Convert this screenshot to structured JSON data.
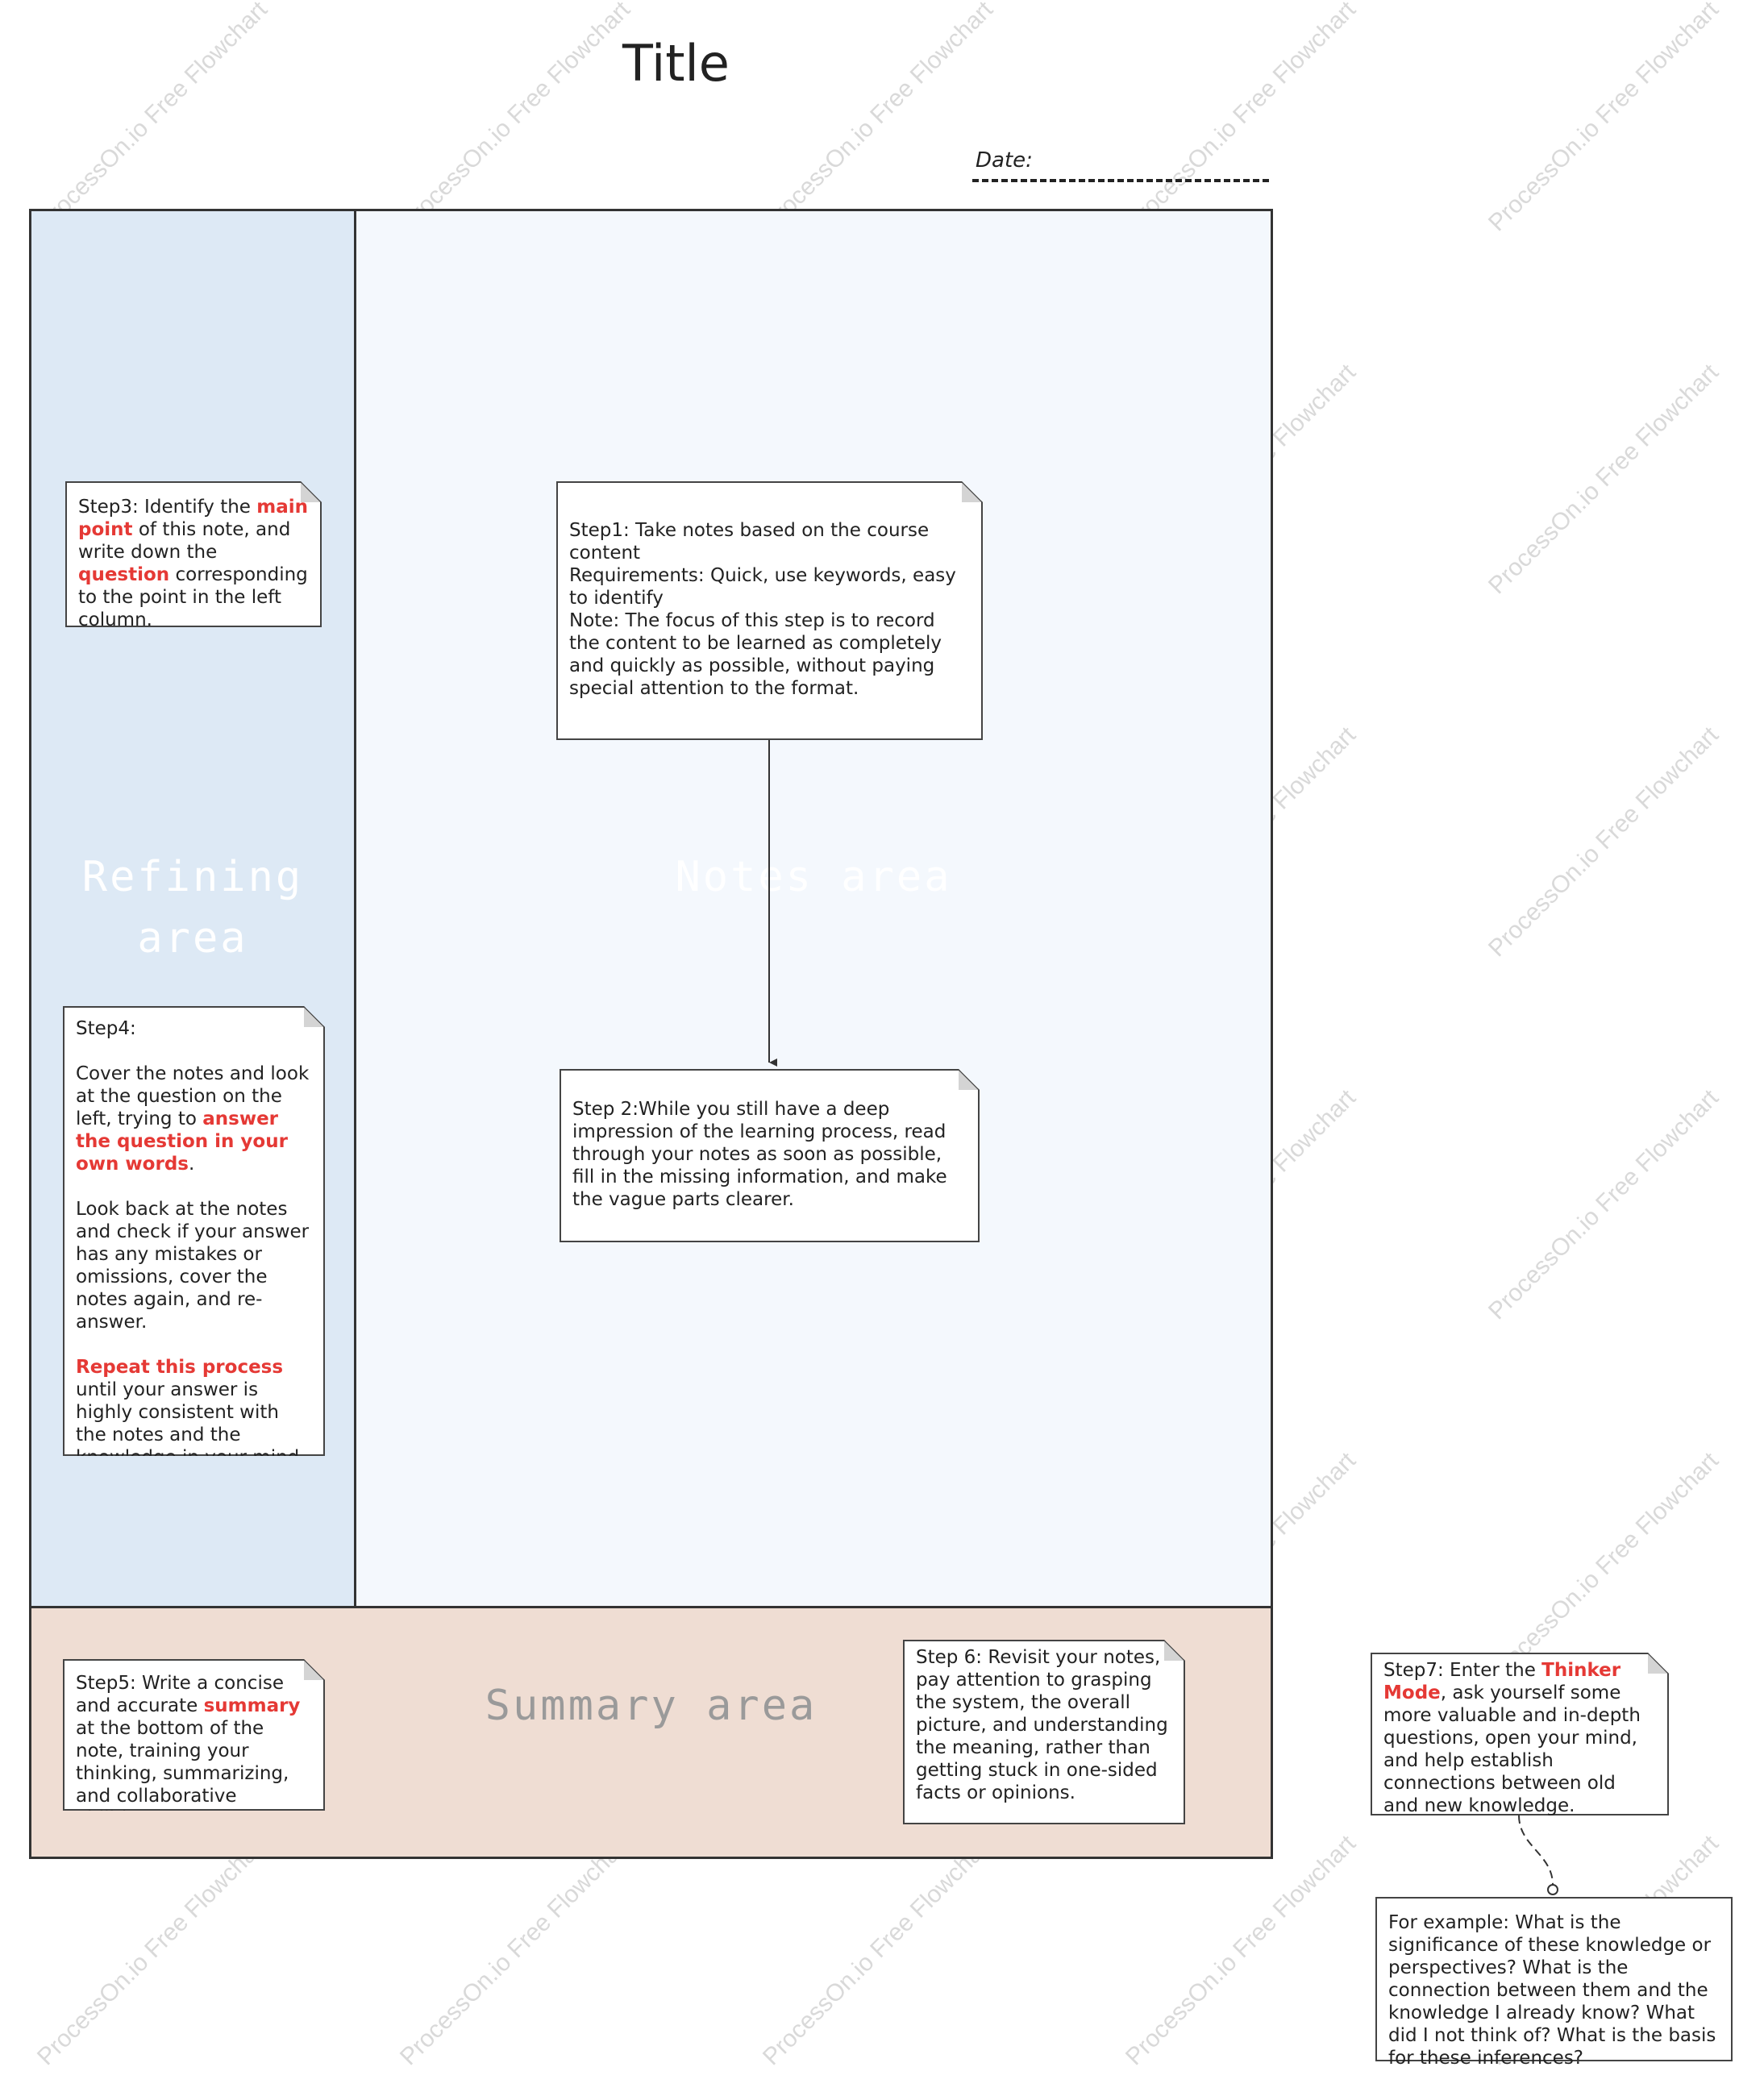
{
  "header": {
    "title": "Title",
    "date_label": "Date:"
  },
  "watermark": "ProcessOn.io Free Flowchart",
  "areas": {
    "refining": "Refining area",
    "notes": "Notes area",
    "summary": "Summary area"
  },
  "steps": {
    "step1": {
      "line1": "Step1: Take notes based on the course content",
      "line2": "Requirements: Quick, use keywords, easy to identify",
      "line3": "Note: The focus of this step is to record the content to be learned as completely and quickly as possible, without paying special attention to the format."
    },
    "step2": {
      "text": "Step 2:While you still have a deep impression of the learning process, read through your notes as soon as possible, fill in the missing information, and make the vague parts clearer."
    },
    "step3": {
      "t1": "Step3: Identify the ",
      "h1": "main point",
      "t2": " of this note, and write down the ",
      "h2": "question",
      "t3": " corresponding to the point in the left column."
    },
    "step4": {
      "title": "Step4:",
      "p1_t1": "Cover the notes and look at the question on the left, trying to ",
      "p1_h1": "answer the question in your own words",
      "p1_t2": ".",
      "p2": "Look back at the notes and check if your answer has any mistakes or omissions, cover the notes again, and re-answer.",
      "p3_h1": "Repeat this process",
      "p3_t1": " until your answer is highly consistent with the notes and the knowledge in your mind is very clear."
    },
    "step5": {
      "t1": "Step5: Write a concise and accurate ",
      "h1": "summary",
      "t2": " at the bottom of the note, training your thinking, summarizing, and collaborative abilities."
    },
    "step6": {
      "text": "Step 6: Revisit your notes, pay attention to grasping the system, the overall picture, and understanding the meaning, rather than getting stuck in one-sided facts or opinions."
    },
    "step7": {
      "t1": "Step7: Enter the ",
      "h1": "Thinker Mode",
      "t2": ", ask yourself some more valuable and in-depth questions, open your mind, and help establish connections between old and new knowledge."
    },
    "example": {
      "text": "For example: What is the significance of these knowledge or perspectives? What is the connection between them and the knowledge I already know? What did I not think of? What is the basis for these inferences?"
    }
  }
}
